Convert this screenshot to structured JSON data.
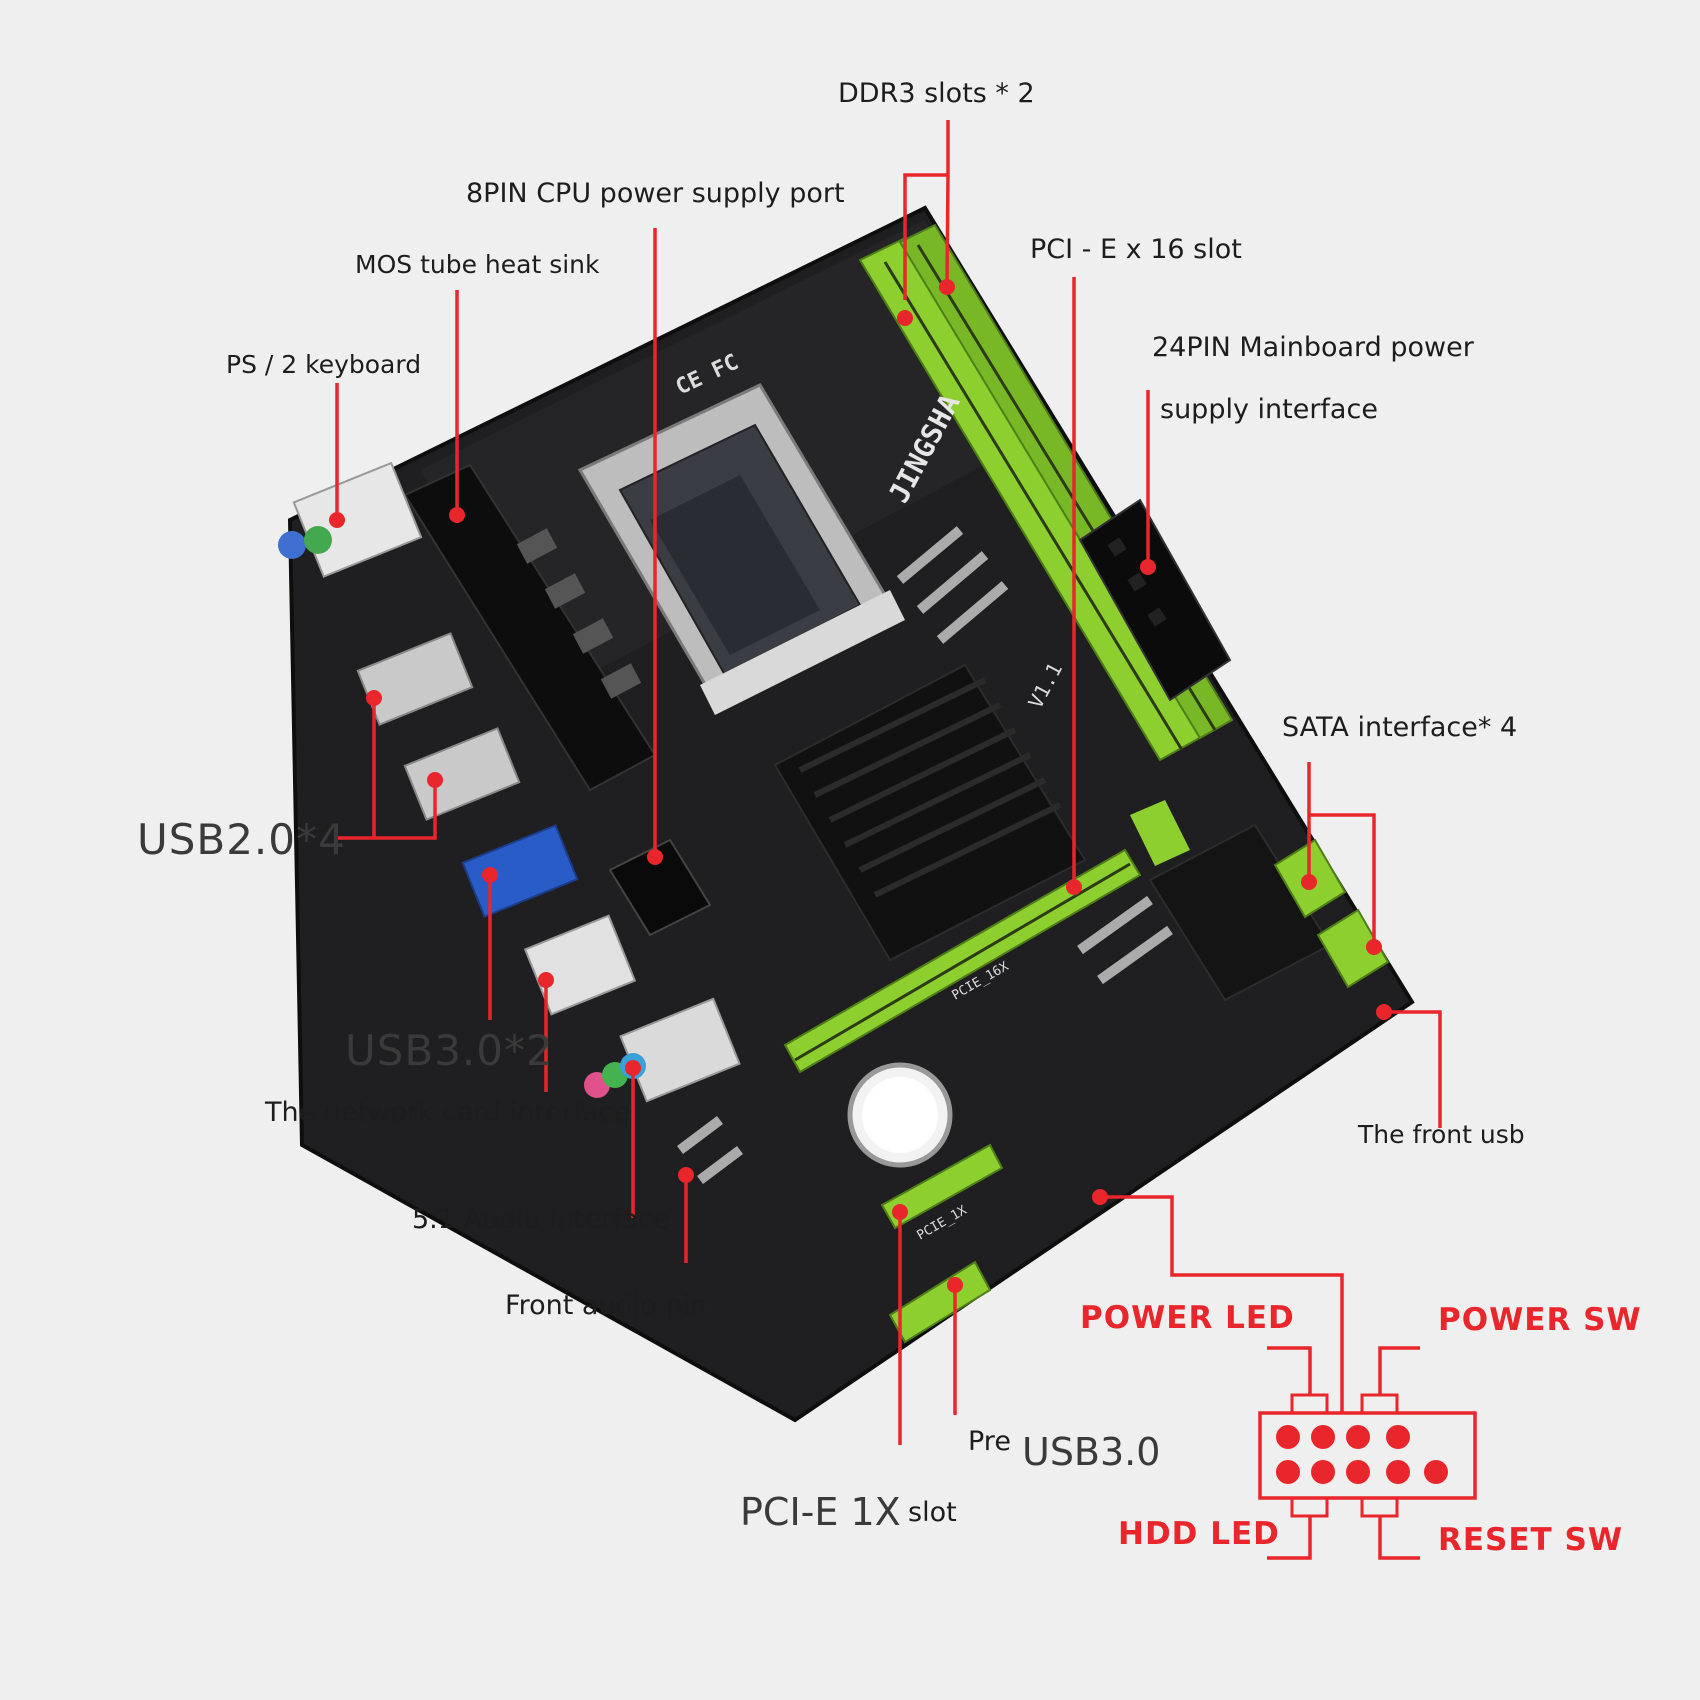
{
  "labels": {
    "ddr3": "DDR3 slots * 2",
    "cpu_power": "8PIN CPU power supply port",
    "pcie16": "PCI - E x 16 slot",
    "mos": "MOS tube heat sink",
    "atx_line1": "24PIN Mainboard power",
    "atx_line2": "supply interface",
    "ps2": "PS / 2 keyboard",
    "sata": "SATA interface* 4",
    "usb2": "USB2.0*4",
    "usb3": "USB3.0*2",
    "network": "The network card interface",
    "front_usb": "The front usb",
    "audio51": "5.1 Audio Interface",
    "front_audio": "Front audio pin",
    "pre": "Pre",
    "pre_usb3": "USB3.0",
    "pcie1_main": "PCI-E 1X",
    "pcie1_slot": "slot"
  },
  "panel": {
    "power_led": "POWER LED",
    "power_sw": "POWER SW",
    "hdd_led": "HDD LED",
    "reset_sw": "RESET SW"
  },
  "board": {
    "brand": "JINGSHA",
    "version": "V1.1",
    "cert": "CE FC",
    "pcie16_print": "PCIE_16X",
    "pcie1_print": "PCIE_1X"
  },
  "colors": {
    "accent_line": "#e8262b",
    "slot_green": "#8ccf2e",
    "pcb": "#1e1e20"
  }
}
